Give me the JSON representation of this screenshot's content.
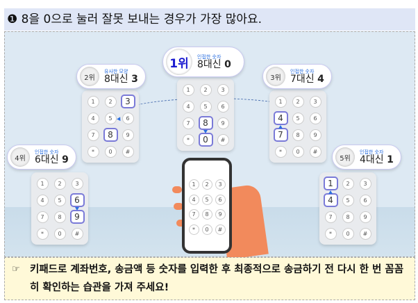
{
  "header": {
    "title": "❶ 8을 0으로 눌러 잘못 보내는 경우가 가장 많아요."
  },
  "ranks": [
    {
      "rank": "1위",
      "sub": "인접한 숫자",
      "text": "8대신",
      "num": "0",
      "from": "8",
      "to": "0"
    },
    {
      "rank": "2위",
      "sub": "유사한 모양",
      "text": "8대신",
      "num": "3",
      "from": "8",
      "to": "3"
    },
    {
      "rank": "3위",
      "sub": "인접한 숫자",
      "text": "7대신",
      "num": "4",
      "from": "7",
      "to": "4"
    },
    {
      "rank": "4위",
      "sub": "인접한 숫자",
      "text": "6대신",
      "num": "9",
      "from": "6",
      "to": "9"
    },
    {
      "rank": "5위",
      "sub": "인접한 숫자",
      "text": "4대신",
      "num": "1",
      "from": "4",
      "to": "1"
    }
  ],
  "keys": [
    "1",
    "2",
    "3",
    "4",
    "5",
    "6",
    "7",
    "8",
    "9",
    "*",
    "0",
    "#"
  ],
  "footer": {
    "icon": "☞",
    "text": "키패드로 계좌번호, 송금액 등 숫자를 입력한 후 최종적으로 송금하기 전 다시 한 번 꼼꼼히 확인하는 습관을 가져 주세요!"
  }
}
